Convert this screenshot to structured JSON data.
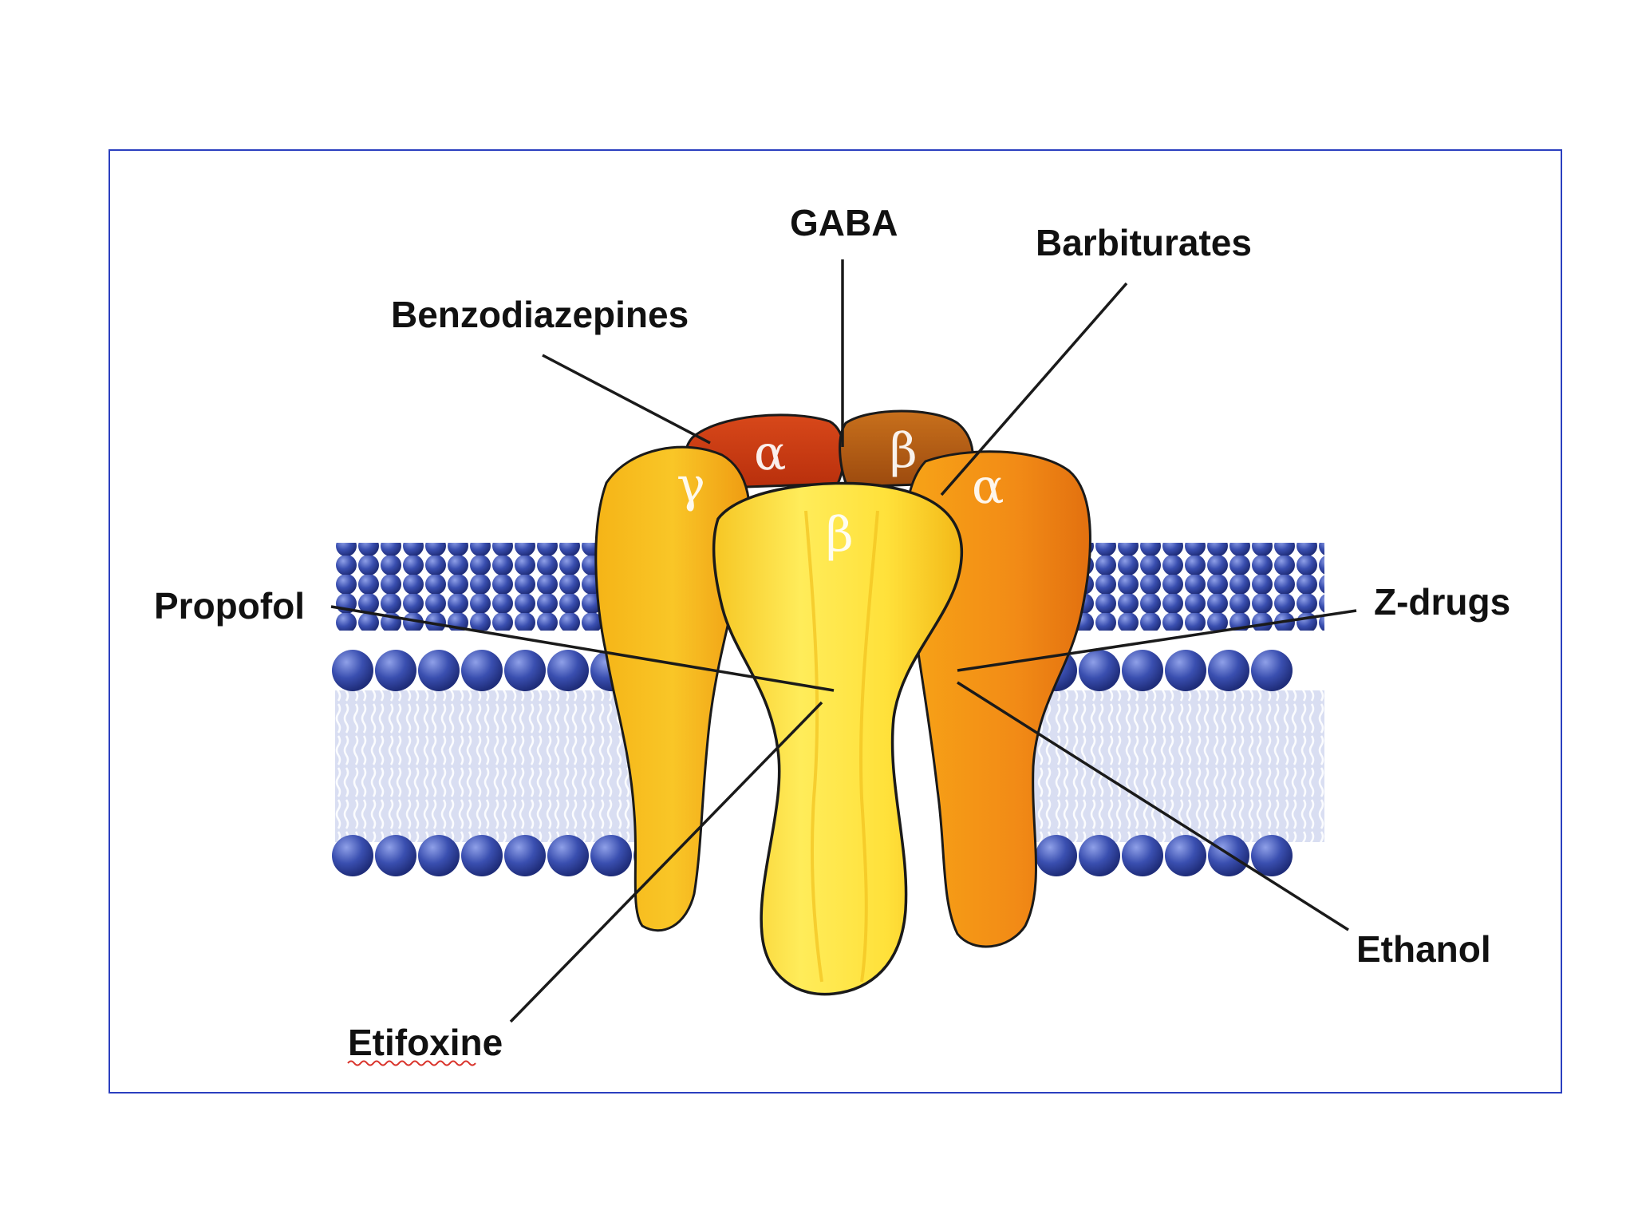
{
  "labels": {
    "gaba": "GABA",
    "barbiturates": "Barbiturates",
    "benzodiazepines": "Benzodiazepines",
    "propofol": "Propofol",
    "zdrugs": "Z-drugs",
    "ethanol": "Ethanol",
    "etifoxine": "Etifoxine"
  },
  "subunits": {
    "gamma": "γ",
    "alpha_back": "α",
    "beta_back": "β",
    "alpha_right": "α",
    "beta_front": "β"
  },
  "colors": {
    "frame_border": "#2b3fbf",
    "membrane_head": "#3a4fb0",
    "membrane_core": "#d6dcf0",
    "subunit_front": "#ffe84a",
    "subunit_side": "#f7b21a",
    "subunit_right": "#f08a18",
    "subunit_back_alpha": "#cc3a10",
    "subunit_back_beta": "#b85a12"
  }
}
